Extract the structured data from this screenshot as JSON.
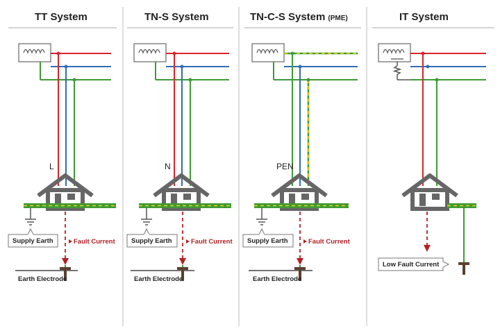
{
  "colors": {
    "live": "#d9252b",
    "neutral": "#2f6db5",
    "earth": "#3d9b35",
    "pen_dash": "#f2d21b",
    "fault": "#b32025",
    "house": "#666666",
    "divider": "#bdbdbd",
    "text": "#222222"
  },
  "panels": [
    {
      "id": "tt",
      "title": "TT System",
      "title_suffix": "",
      "conductor_label": "L",
      "supply_earth_label": "Supply Earth",
      "fault_label": "Fault Current",
      "electrode_label": "Earth Electrode"
    },
    {
      "id": "tns",
      "title": "TN-S System",
      "title_suffix": "",
      "conductor_label": "N",
      "supply_earth_label": "Supply Earth",
      "fault_label": "Fault Current",
      "electrode_label": "Earth Electrode"
    },
    {
      "id": "tncs",
      "title": "TN-C-S System",
      "title_suffix": "(PME)",
      "conductor_label": "PEN",
      "supply_earth_label": "Supply Earth",
      "fault_label": "Fault Current",
      "electrode_label": "Earth Electrode"
    },
    {
      "id": "it",
      "title": "IT System",
      "title_suffix": "",
      "low_fault_label": "Low Fault Current"
    }
  ]
}
